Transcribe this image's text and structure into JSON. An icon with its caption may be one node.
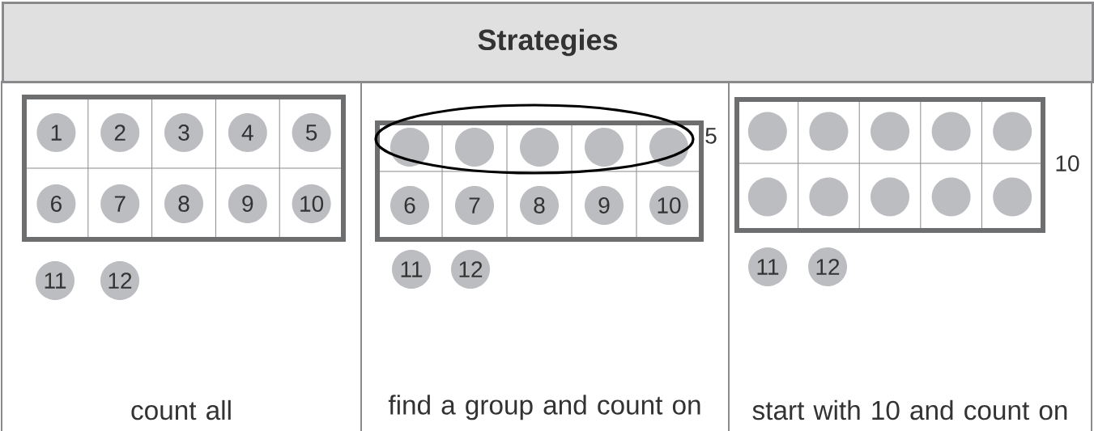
{
  "diagram": {
    "title": "Strategies",
    "nodes": [
      {
        "text": [
          "count all"
        ]
      },
      {
        "text": [],
        "shape": "box",
        "in": 0
      },
      {
        "text": [
          "1"
        ],
        "in": 1
      },
      {
        "text": [
          "2"
        ],
        "in": 1
      },
      {
        "text": [
          "3"
        ],
        "in": 1
      },
      {
        "text": [
          "4"
        ],
        "in": 1
      },
      {
        "text": [
          "5"
        ],
        "in": 1
      },
      {
        "text": [
          "6"
        ],
        "in": 1
      },
      {
        "text": [
          "7"
        ],
        "in": 1
      },
      {
        "text": [
          "8"
        ],
        "in": 1
      },
      {
        "text": [
          "9"
        ],
        "in": 1
      },
      {
        "text": [
          "10"
        ],
        "in": 1
      },
      {
        "text": [
          "11"
        ],
        "in": 0
      },
      {
        "text": [
          "12"
        ],
        "in": 0
      },
      {
        "text": [
          "find a group and count on"
        ]
      },
      {
        "text": [],
        "shape": "box",
        "in": 14
      },
      {
        "text": [],
        "shape": "ellipse",
        "in": 14,
        "beside": [
          "5"
        ]
      },
      {
        "text": [],
        "shape": "circle"
      },
      {
        "text": [],
        "shape": "circle"
      },
      {
        "text": [],
        "shape": "circle"
      },
      {
        "text": [],
        "shape": "circle"
      },
      {
        "text": [],
        "shape": "circle"
      },
      {
        "text": [
          "6"
        ],
        "in": 15
      },
      {
        "text": [
          "7"
        ],
        "in": 15
      },
      {
        "text": [
          "8"
        ],
        "in": 15
      },
      {
        "text": [
          "9"
        ],
        "in": 15
      },
      {
        "text": [
          "10"
        ],
        "in": 15
      },
      {
        "text": [
          "11"
        ],
        "in": 14
      },
      {
        "text": [
          "12"
        ],
        "in": 14
      },
      {
        "text": [
          "start with 10 and count on"
        ]
      },
      {
        "text": [],
        "shape": "box",
        "in": 29,
        "beside": [
          "10"
        ]
      },
      {
        "text": [],
        "shape": "circle",
        "in": 30
      },
      {
        "text": [],
        "shape": "circle",
        "in": 30
      },
      {
        "text": [],
        "shape": "circle",
        "in": 30
      },
      {
        "text": [],
        "shape": "circle",
        "in": 30
      },
      {
        "text": [],
        "shape": "circle",
        "in": 30
      },
      {
        "text": [],
        "shape": "circle",
        "in": 30
      },
      {
        "text": [],
        "shape": "circle",
        "in": 30
      },
      {
        "text": [],
        "shape": "circle",
        "in": 30
      },
      {
        "text": [],
        "shape": "circle",
        "in": 30
      },
      {
        "text": [],
        "shape": "circle",
        "in": 30
      },
      {
        "text": [
          "11"
        ],
        "in": 29
      },
      {
        "text": [
          "12"
        ],
        "in": 29
      }
    ]
  }
}
